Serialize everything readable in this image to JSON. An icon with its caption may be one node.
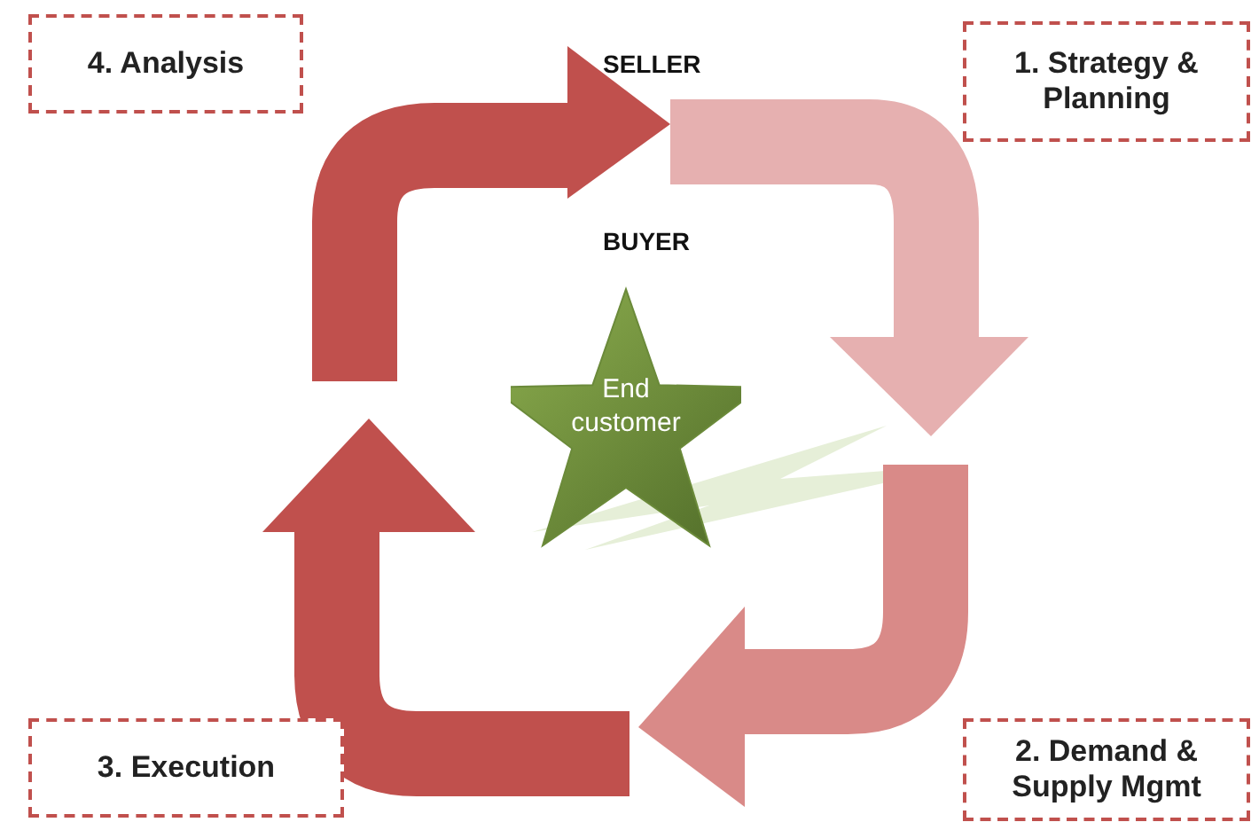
{
  "diagram": {
    "nodes": [
      {
        "text": [
          "4. Analysis"
        ]
      },
      {
        "text": [
          "1. Strategy & Planning"
        ]
      },
      {
        "text": [
          "End customer"
        ]
      },
      {
        "text": [
          "3. Execution"
        ]
      },
      {
        "text": [
          "2. Demand & Supply Mgmt"
        ]
      }
    ],
    "labels": [
      "SELLER",
      "BUYER"
    ]
  }
}
